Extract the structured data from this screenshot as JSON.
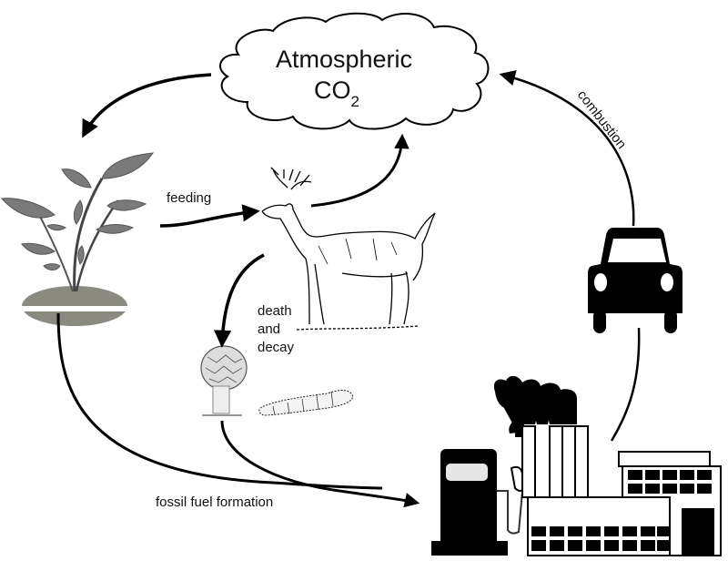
{
  "diagram": {
    "title": "Carbon cycle",
    "cloud": {
      "line1": "Atmospheric",
      "line2_main": "CO",
      "line2_sub": "2"
    },
    "nodes": [
      {
        "id": "plant",
        "label": "plant"
      },
      {
        "id": "deer",
        "label": "deer"
      },
      {
        "id": "mushroom",
        "label": "mushroom"
      },
      {
        "id": "worm",
        "label": "worm"
      },
      {
        "id": "car",
        "label": "car"
      },
      {
        "id": "gas-pump",
        "label": "gas pump"
      },
      {
        "id": "factory",
        "label": "factory"
      }
    ],
    "edges": [
      {
        "from": "atmospheric-co2",
        "to": "plant",
        "label": ""
      },
      {
        "from": "plant",
        "to": "deer",
        "label": "feeding"
      },
      {
        "from": "deer",
        "to": "atmospheric-co2",
        "label": ""
      },
      {
        "from": "deer",
        "to": "mushroom",
        "label_lines": [
          "death",
          "and",
          "decay"
        ]
      },
      {
        "from": "plant",
        "to": "gas-pump",
        "label": "fossil fuel formation"
      },
      {
        "from": "mushroom",
        "to": "gas-pump",
        "label": ""
      },
      {
        "from": "factory",
        "to": "car",
        "label": ""
      },
      {
        "from": "car",
        "to": "atmospheric-co2",
        "label": "combustion"
      }
    ],
    "labels": {
      "feeding": "feeding",
      "death": "death",
      "and": "and",
      "decay": "decay",
      "fossil": "fossil fuel formation",
      "combustion": "combustion"
    },
    "colors": {
      "ink": "#000000",
      "plant": "#7a7a7a",
      "soil": "#8a8a80",
      "background": "#ffffff"
    }
  }
}
